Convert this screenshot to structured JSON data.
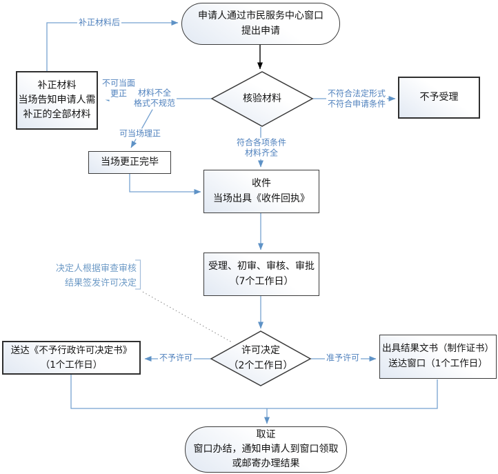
{
  "nodes": {
    "start": {
      "lines": [
        "申请人通过市民服务中心窗口",
        "提出申请"
      ]
    },
    "verify": {
      "lines": [
        "核验材料"
      ]
    },
    "correct_materials": {
      "lines": [
        "补正材料",
        "当场告知申请人需",
        "补正的全部材料"
      ]
    },
    "reject": {
      "lines": [
        "不予受理"
      ]
    },
    "corrected_onsite": {
      "lines": [
        "当场更正完毕"
      ]
    },
    "receive": {
      "lines": [
        "收件",
        "当场出具《收件回执》"
      ]
    },
    "review": {
      "lines": [
        "受理、初审、审核、审批",
        "（7个工作日）"
      ]
    },
    "decision": {
      "lines": [
        "许可决定",
        "（2个工作日）"
      ]
    },
    "deliver_refusal": {
      "lines": [
        "送达《不予行政许可决定书》",
        "（1个工作日）"
      ]
    },
    "issue_result": {
      "lines": [
        "出具结果文书（制作证书）",
        "送达窗口（1个工作日）"
      ]
    },
    "end": {
      "lines": [
        "取证",
        "窗口办结，通知申请人到窗口领取",
        "或邮寄办理结果"
      ]
    }
  },
  "labels": {
    "after_correction": "补正材料后",
    "cannot_correct_onsite": {
      "lines": [
        "不可当面",
        "更正"
      ]
    },
    "incomplete": {
      "lines": [
        "材料不全",
        "格式不规范"
      ]
    },
    "can_correct_onsite": "可当场理正",
    "not_conform": {
      "lines": [
        "不符合法定形式",
        "不符合申请条件"
      ]
    },
    "conform": {
      "lines": [
        "符合各项条件",
        "材料齐全"
      ]
    },
    "deny": "不予许可",
    "grant": "准予许可"
  },
  "annotation": {
    "lines": [
      "决定人根据审查审核",
      "结果签发许可决定"
    ]
  },
  "colors": {
    "connector_line": "#75a1d0",
    "connector_arrow": "#5e92c6",
    "label_text": "#4f81bd",
    "annotation_text": "#6d9ac6",
    "shape_border": "#3a3a3a",
    "shape_fill_tint": "#e2e9f3",
    "black_arrow": "#000000"
  }
}
